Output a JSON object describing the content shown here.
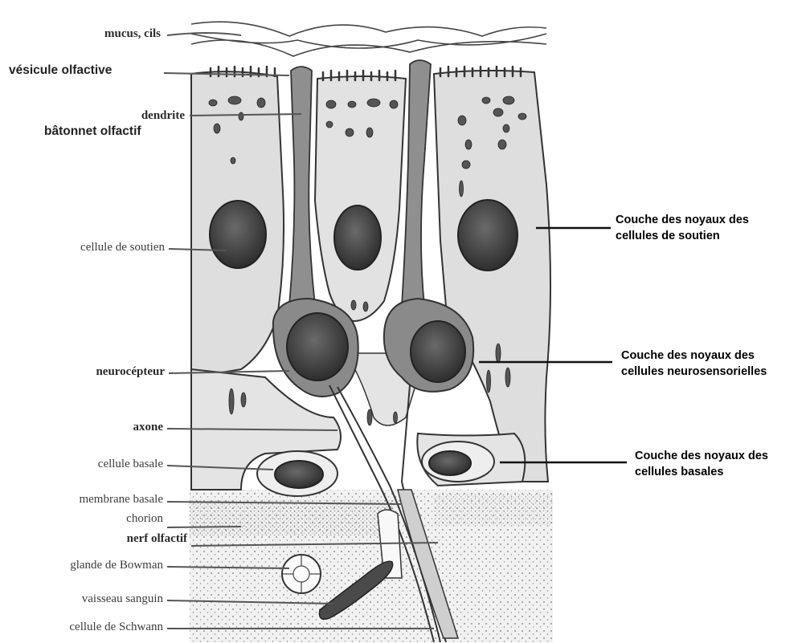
{
  "left_labels": [
    {
      "id": "mucus",
      "text": "mucus, cils"
    },
    {
      "id": "vesicule",
      "text": "vésicule olfactive"
    },
    {
      "id": "dendrite",
      "text": "dendrite"
    },
    {
      "id": "batonnet",
      "text": "bâtonnet olfactif"
    },
    {
      "id": "soutien",
      "text": "cellule de soutien"
    },
    {
      "id": "neurocepteur",
      "text": "neurocépteur"
    },
    {
      "id": "axone",
      "text": "axone"
    },
    {
      "id": "basale",
      "text": "cellule basale"
    },
    {
      "id": "membrane",
      "text": "membrane basale"
    },
    {
      "id": "chorion",
      "text": "chorion"
    },
    {
      "id": "nerf",
      "text": "nerf olfactif"
    },
    {
      "id": "bowman",
      "text": "glande de Bowman"
    },
    {
      "id": "vaisseau",
      "text": "vaisseau sanguin"
    },
    {
      "id": "schwann",
      "text": "cellule de Schwann"
    }
  ],
  "right_labels": [
    {
      "id": "couche-soutien",
      "line1": "Couche des noyaux des",
      "line2": "cellules de soutien"
    },
    {
      "id": "couche-neuro",
      "line1": "Couche des noyaux des",
      "line2": "cellules neurosensorielles"
    },
    {
      "id": "couche-basales",
      "line1": "Couche des noyaux des",
      "line2": "cellules basales"
    }
  ],
  "colors": {
    "ink": "#2b2b2b",
    "tissue": "#d9d9d9",
    "cell": "#e6e6e6",
    "nucleus": "#3a3a3a",
    "neuron": "#8a8a8a",
    "chorion": "#eeeeee"
  }
}
